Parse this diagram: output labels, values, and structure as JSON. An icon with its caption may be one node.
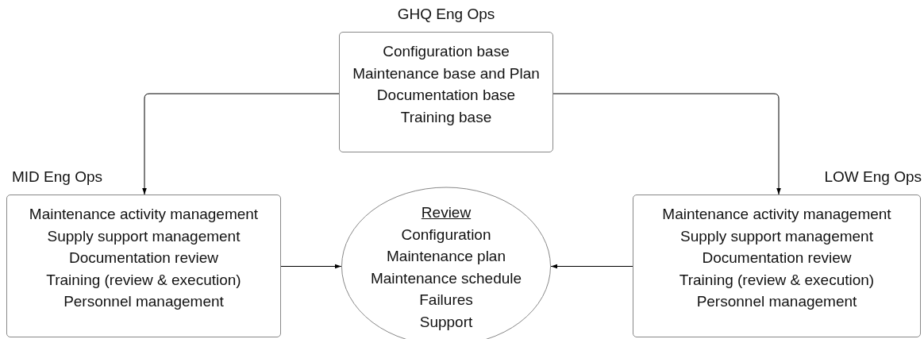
{
  "diagram": {
    "nodes": [
      {
        "text": [
          "GHQ Eng Ops",
          "Configuration base",
          "Maintenance base and Plan",
          "Documentation base",
          "Training base"
        ]
      },
      {
        "text": [
          "MID Eng Ops",
          "Maintenance activity management",
          "Supply support management",
          "Documentation review",
          "Training (review & execution)",
          "Personnel management"
        ]
      },
      {
        "text": [
          "Review",
          "Configuration",
          "Maintenance plan",
          "Maintenance schedule",
          "Failures",
          "Support"
        ]
      },
      {
        "text": [
          "LOW Eng Ops",
          "Maintenance activity management",
          "Supply support management",
          "Documentation review",
          "Training (review & execution)",
          "Personnel management"
        ]
      }
    ],
    "edges": [
      {
        "from": 0,
        "to": 1,
        "arrow": "to"
      },
      {
        "from": 0,
        "to": 3,
        "arrow": "to"
      },
      {
        "from": 1,
        "to": 2,
        "arrow": "to"
      },
      {
        "from": 3,
        "to": 2,
        "arrow": "to"
      }
    ]
  }
}
